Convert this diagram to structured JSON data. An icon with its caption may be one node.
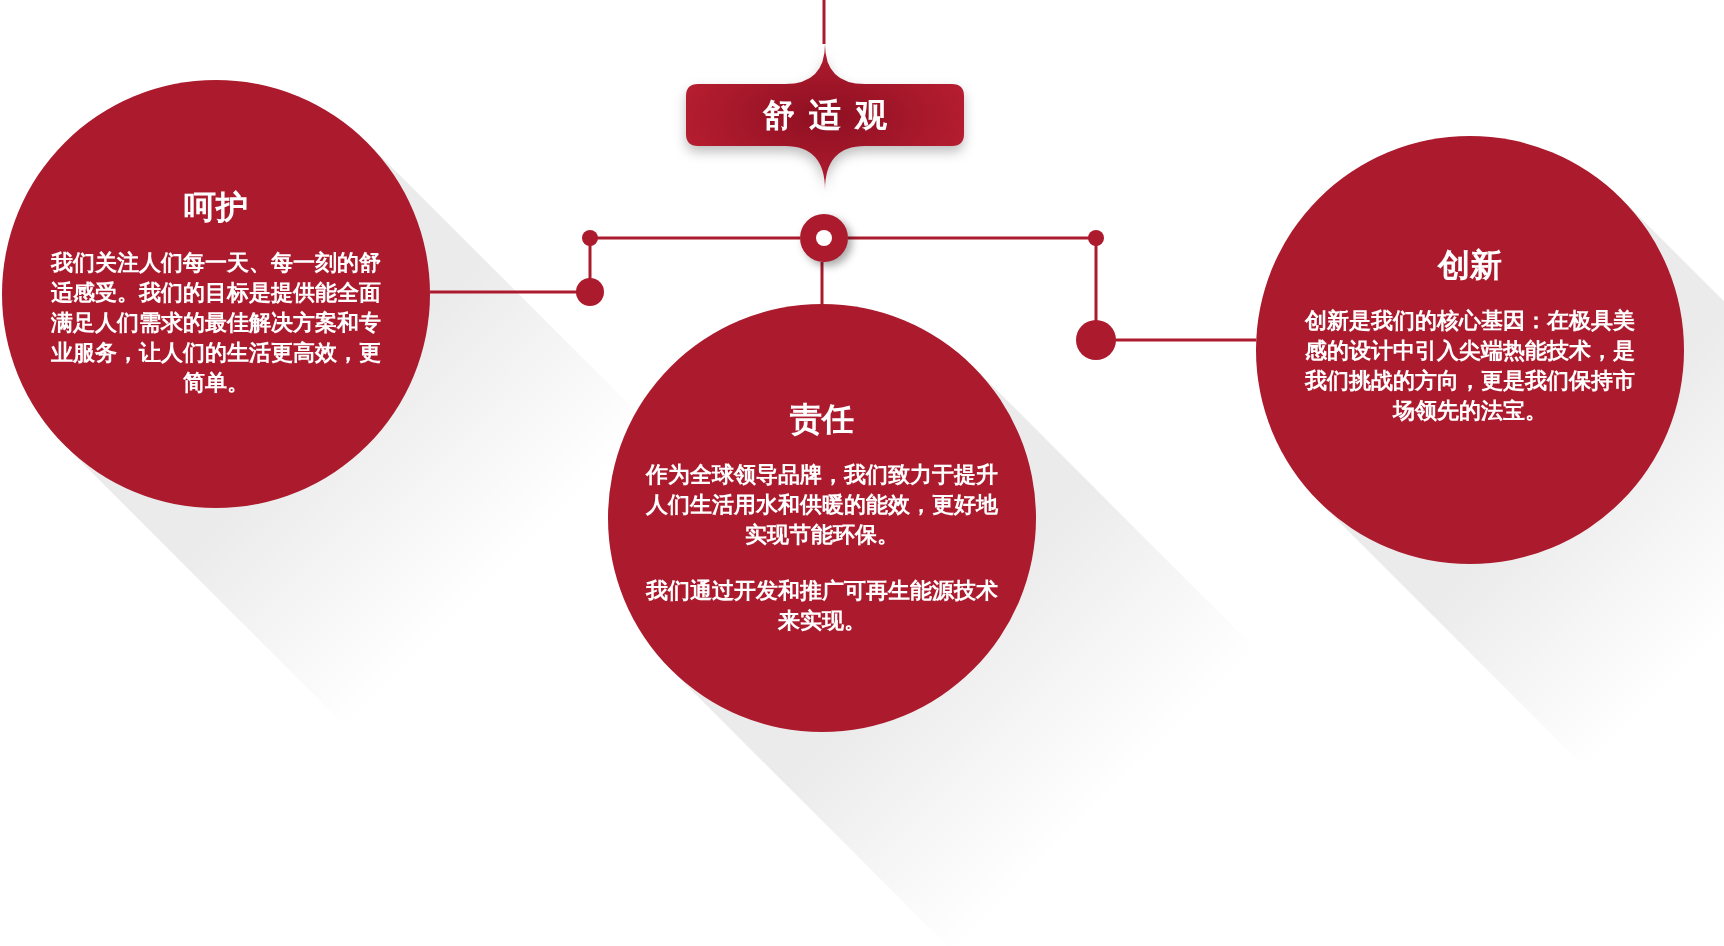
{
  "diagram": {
    "nodes": [
      {
        "text": [
          "舒适观"
        ]
      },
      {
        "text": [],
        "shape": "circle"
      },
      {
        "text": [
          "呵护",
          "我们关注人们每一天、每一刻的舒适感受。我们的目标是提供能全面满足人们需求的最佳解决方案和专业服务，让人们的生活更高效，更简单。"
        ]
      },
      {
        "text": [
          "责任",
          "作为全球领导品牌，我们致力于提升人们生活用水和供暖的能效，更好地实现节能环保。",
          "我们通过开发和推广可再生能源技术来实现。"
        ]
      },
      {
        "text": [
          "创新",
          "创新是我们的核心基因：在极具美感的设计中引入尖端热能技术，是我们挑战的方向，更是我们保持市场领先的法宝。"
        ]
      }
    ],
    "edges": [
      {
        "from": null,
        "to": 0,
        "arrow": "none"
      },
      {
        "from": 1,
        "to": 2,
        "arrow": "none"
      },
      {
        "from": 1,
        "to": 3,
        "arrow": "none"
      },
      {
        "from": 1,
        "to": 4,
        "arrow": "none"
      }
    ]
  }
}
